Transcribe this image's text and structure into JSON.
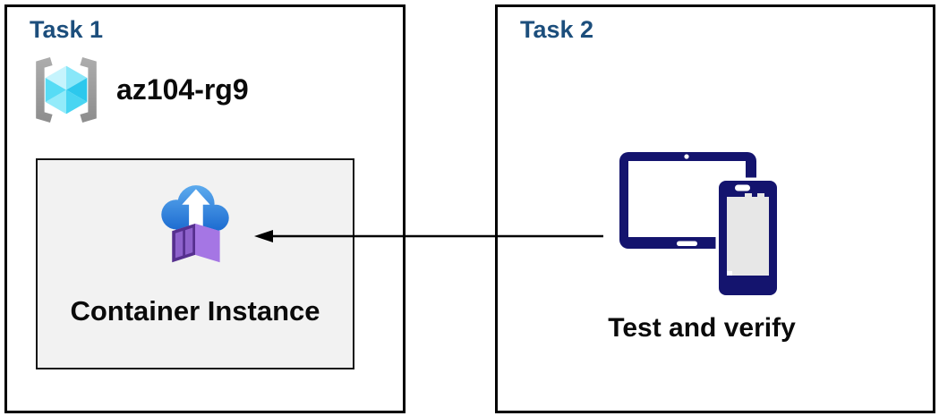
{
  "task1": {
    "title": "Task 1",
    "resource_group": {
      "name": "az104-rg9"
    },
    "container_instance": {
      "label": "Container Instance"
    }
  },
  "task2": {
    "title": "Task 2",
    "devices": {
      "label": "Test and verify"
    }
  },
  "arrow": {
    "from": "task2-devices",
    "to": "task1-container-instance",
    "direction": "right-to-left"
  },
  "icons": {
    "resource_group": "azure-resource-group",
    "container_instance": "azure-container-instances",
    "devices": "tablet-and-phone",
    "arrow": "left-arrow"
  },
  "colors": {
    "title_blue": "#1C4E7C",
    "box_border": "#000000",
    "container_box_bg": "#F2F2F2",
    "text_black": "#0A0A0A",
    "device_navy": "#14146E",
    "phone_screen_gray": "#E7E7E7",
    "cloud_blue_top": "#5BA9ED",
    "cloud_blue_bottom": "#1766CE",
    "container_top": "#BE93EF",
    "container_side": "#A576E4",
    "container_door_frame": "#56308F",
    "container_door_panel": "#8E62CC",
    "bracket_gray_light": "#ABABAB",
    "bracket_gray_dark": "#8F8F8F",
    "cube_top_left": "#C6F4FD",
    "cube_top_right": "#89E7F9",
    "cube_right": "#2CC8ED",
    "cube_bottom_right": "#49D5F2",
    "cube_bottom_left": "#93EBFA",
    "cube_left": "#57DCF5"
  }
}
